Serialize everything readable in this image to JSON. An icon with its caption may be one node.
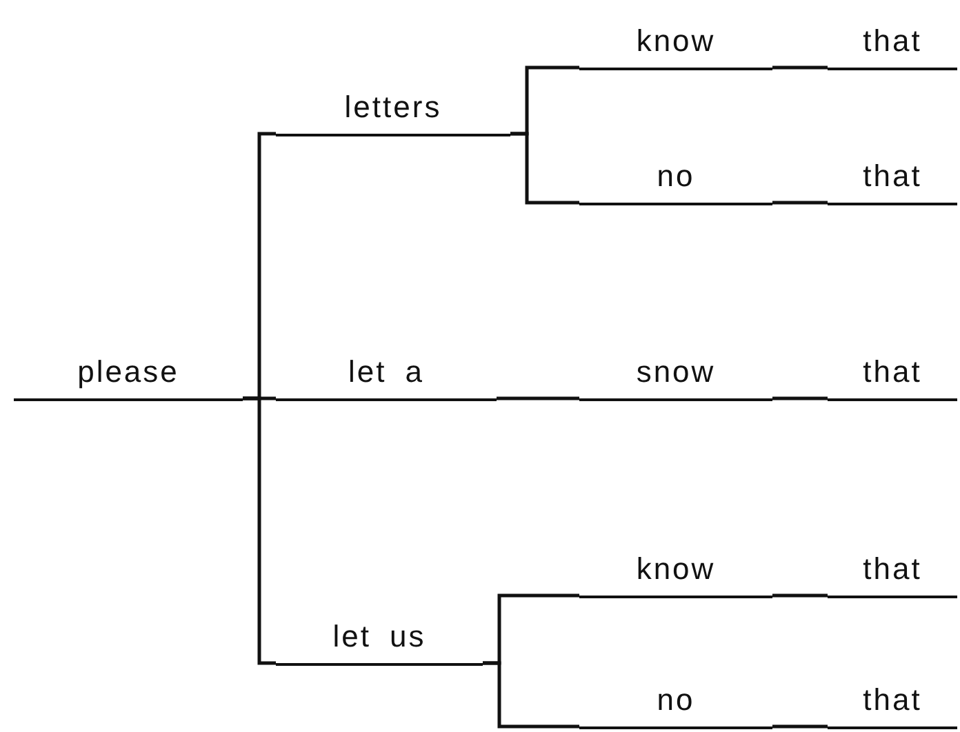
{
  "diagram": {
    "nodes": [
      {
        "text": [
          "please"
        ]
      },
      {
        "text": [
          "letters"
        ]
      },
      {
        "text": [
          "know"
        ]
      },
      {
        "text": [
          "that"
        ]
      },
      {
        "text": [
          "no"
        ]
      },
      {
        "text": [
          "that"
        ]
      },
      {
        "text": [
          "let a"
        ]
      },
      {
        "text": [
          "snow"
        ]
      },
      {
        "text": [
          "that"
        ]
      },
      {
        "text": [
          "let us"
        ]
      },
      {
        "text": [
          "know"
        ]
      },
      {
        "text": [
          "that"
        ]
      },
      {
        "text": [
          "no"
        ]
      },
      {
        "text": [
          "that"
        ]
      }
    ],
    "edges": [
      {
        "from": 0,
        "to": 1,
        "arrow": "none"
      },
      {
        "from": 0,
        "to": 6,
        "arrow": "none"
      },
      {
        "from": 0,
        "to": 9,
        "arrow": "none"
      },
      {
        "from": 1,
        "to": 2,
        "arrow": "none"
      },
      {
        "from": 1,
        "to": 4,
        "arrow": "none"
      },
      {
        "from": 2,
        "to": 3,
        "arrow": "none"
      },
      {
        "from": 4,
        "to": 5,
        "arrow": "none"
      },
      {
        "from": 6,
        "to": 7,
        "arrow": "none"
      },
      {
        "from": 7,
        "to": 8,
        "arrow": "none"
      },
      {
        "from": 9,
        "to": 10,
        "arrow": "none"
      },
      {
        "from": 9,
        "to": 12,
        "arrow": "none"
      },
      {
        "from": 10,
        "to": 11,
        "arrow": "none"
      },
      {
        "from": 12,
        "to": 13,
        "arrow": "none"
      }
    ]
  }
}
